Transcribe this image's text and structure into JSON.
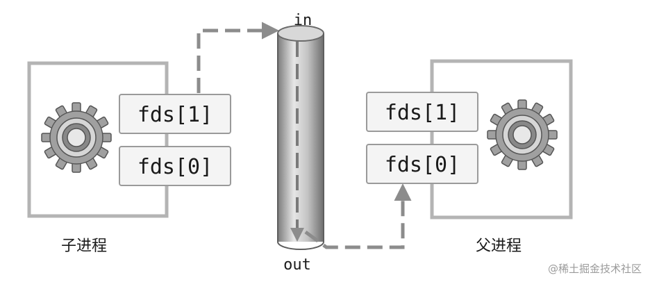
{
  "child_process": {
    "label": "子进程",
    "fd_write": "fds[1]",
    "fd_read": "fds[0]"
  },
  "parent_process": {
    "label": "父进程",
    "fd_write": "fds[1]",
    "fd_read": "fds[0]"
  },
  "pipe": {
    "in_label": "in",
    "out_label": "out"
  },
  "watermark": "@稀土掘金技术社区",
  "colors": {
    "frame": "#b4b4b4",
    "arrow": "#8c8c8c",
    "gear": "#9a9a9a"
  }
}
